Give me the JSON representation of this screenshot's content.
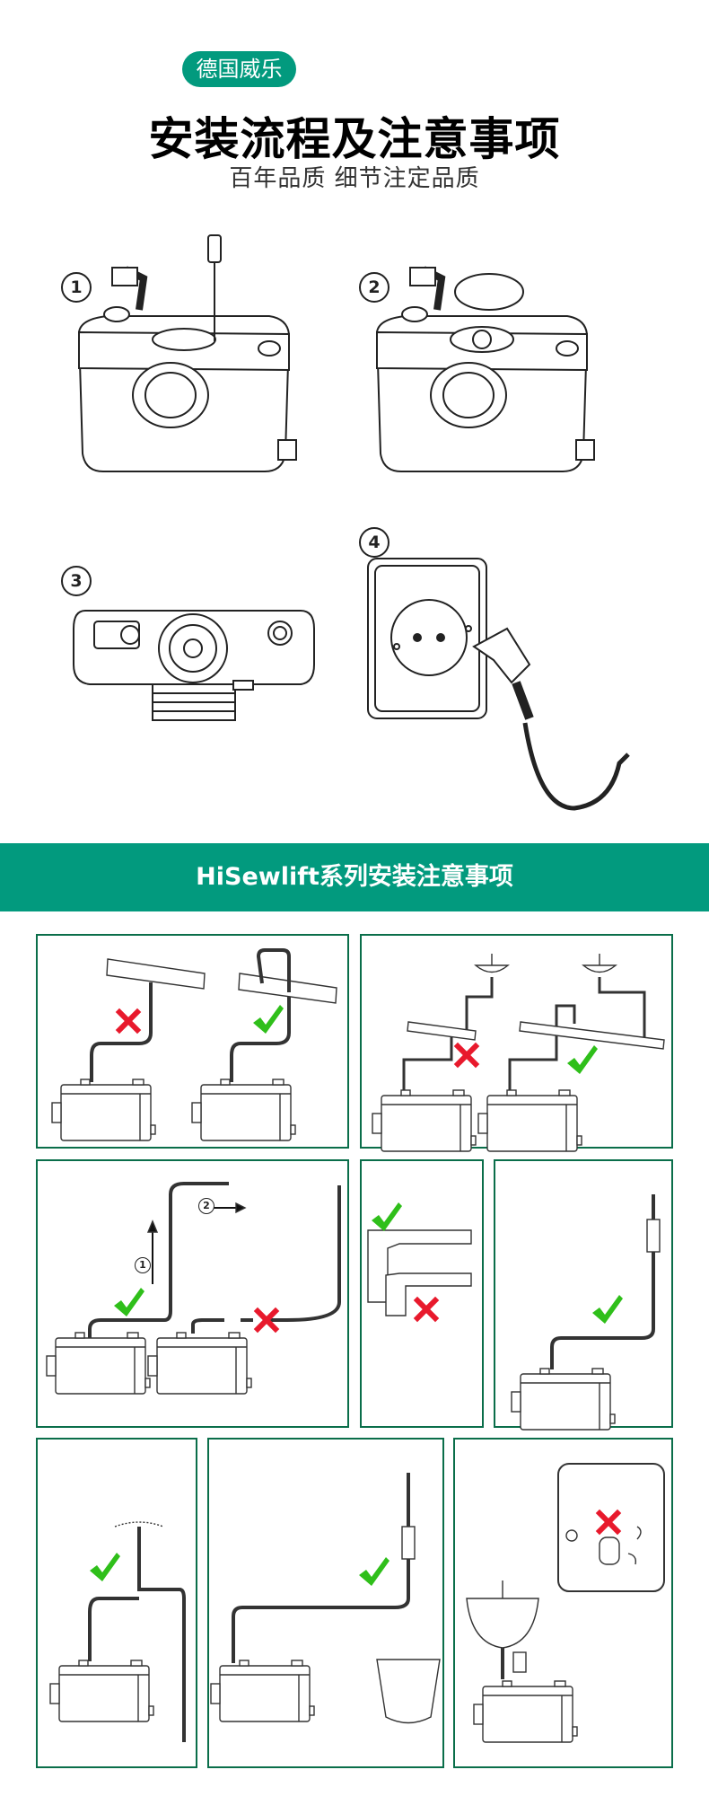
{
  "header": {
    "brand_pill": "德国威乐",
    "title": "安装流程及注意事项",
    "subtitle": "百年品质  细节注定品质"
  },
  "steps": [
    "1",
    "2",
    "3",
    "4"
  ],
  "notes_banner": "HiSewlift系列安装注意事项",
  "panel_markers": [
    "1",
    "2"
  ],
  "colors": {
    "brand_green": "#029a7e",
    "panel_border": "#0a6e4a",
    "check_green": "#2fbf1a",
    "cross_red": "#e8192c"
  }
}
